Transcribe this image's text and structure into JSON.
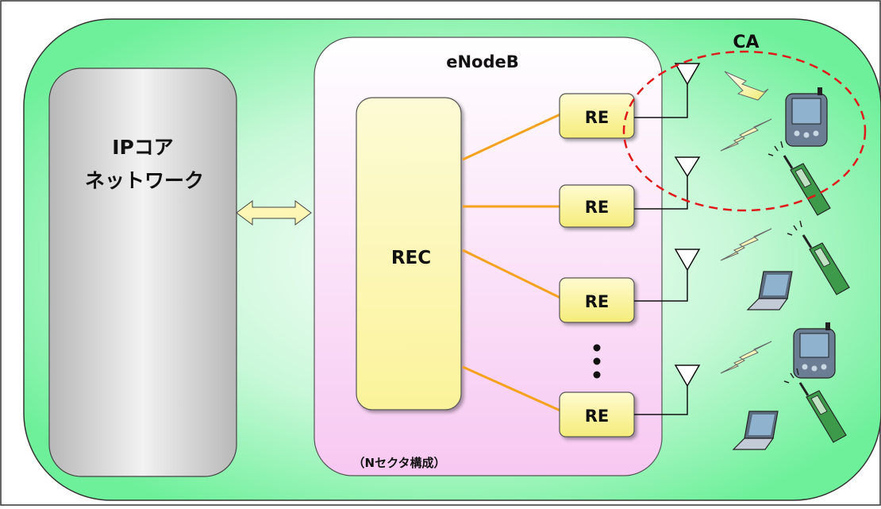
{
  "core_network": {
    "line1": "IPコア",
    "line2": "ネットワーク"
  },
  "enodeb": {
    "title": "eNodeB",
    "note": "（Nセクタ構成）"
  },
  "rec": {
    "label": "REC"
  },
  "re_units": [
    {
      "label": "RE"
    },
    {
      "label": "RE"
    },
    {
      "label": "RE"
    },
    {
      "label": "RE"
    }
  ],
  "ca": {
    "label": "CA"
  },
  "colors": {
    "outer_fill": "#7af5a3",
    "connector": "#f5a21e",
    "ca_outline": "#e0191b",
    "rec_fill": "#fdfab6"
  }
}
